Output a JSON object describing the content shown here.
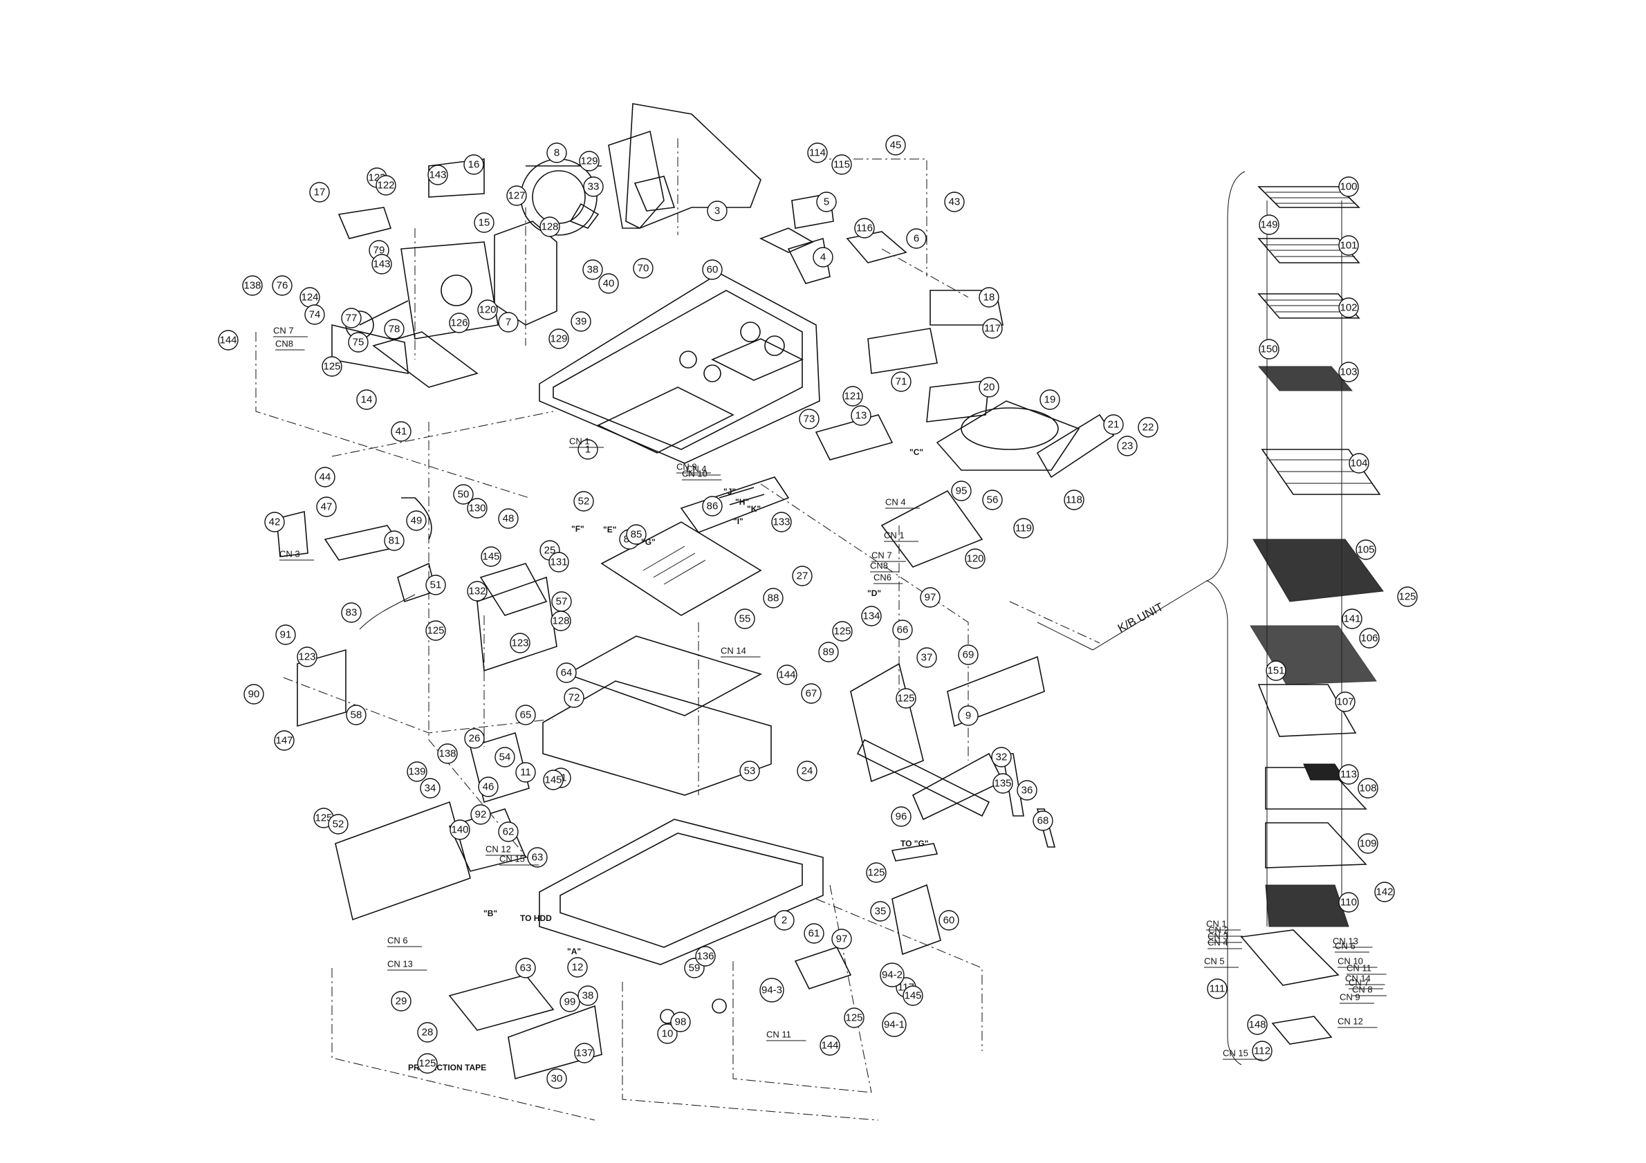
{
  "title": "",
  "kb_unit_label": "K/B UNIT",
  "protection_tape_label": "PROTECTION TAPE",
  "to_hdd_label": "TO HDD",
  "to_g_label": "TO \"G\"",
  "callouts": [
    "100",
    "149",
    "101",
    "102",
    "150",
    "103",
    "104",
    "105",
    "125",
    "141",
    "106",
    "151",
    "107",
    "113",
    "108",
    "109",
    "142",
    "110",
    "111",
    "148",
    "112",
    "16",
    "143",
    "123",
    "122",
    "17",
    "79",
    "15",
    "143",
    "138",
    "76",
    "124",
    "77",
    "74",
    "78",
    "75",
    "144",
    "126",
    "120",
    "7",
    "125",
    "14",
    "8",
    "129",
    "33",
    "3",
    "127",
    "128",
    "39",
    "38",
    "40",
    "70",
    "60",
    "129",
    "114",
    "115",
    "45",
    "43",
    "5",
    "116",
    "4",
    "6",
    "18",
    "117",
    "71",
    "20",
    "19",
    "21",
    "22",
    "23",
    "118",
    "119",
    "13",
    "121",
    "73",
    "95",
    "56",
    "120",
    "97",
    "41",
    "1",
    "52",
    "130",
    "50",
    "44",
    "47",
    "49",
    "42",
    "81",
    "48",
    "84",
    "85",
    "86",
    "133",
    "27",
    "25",
    "145",
    "132",
    "131",
    "57",
    "128",
    "123",
    "51",
    "83",
    "125",
    "91",
    "123",
    "90",
    "147",
    "58",
    "55",
    "88",
    "89",
    "125",
    "144",
    "64",
    "72",
    "66",
    "134",
    "37",
    "69",
    "67",
    "125",
    "9",
    "65",
    "53",
    "31",
    "46",
    "24",
    "32",
    "135",
    "36",
    "68",
    "96",
    "26",
    "138",
    "139",
    "34",
    "54",
    "11",
    "145",
    "62",
    "92",
    "140",
    "63",
    "125",
    "52",
    "2",
    "61",
    "97",
    "35",
    "60",
    "125",
    "117",
    "94-1",
    "145",
    "94-3",
    "94-2",
    "59",
    "136",
    "125",
    "144",
    "10",
    "98",
    "29",
    "28",
    "99",
    "38",
    "30",
    "137",
    "63",
    "12",
    "125"
  ],
  "connectors": [
    "CN 1",
    "CN 7",
    "CN8",
    "CN 4",
    "CN 1",
    "CN 7",
    "CN8",
    "CN6",
    "CN 3",
    "CN 9",
    "CN 10",
    "CN 11",
    "CN 14",
    "CN 4",
    "CN 6",
    "CN 13",
    "CN 12",
    "CN 15",
    "CN 1",
    "CN 2",
    "CN 3",
    "CN 4",
    "CN 5",
    "CN 6",
    "CN 7",
    "CN 8",
    "CN 9",
    "CN 10",
    "CN 11",
    "CN 12",
    "CN 13",
    "CN 14",
    "CN 15"
  ],
  "plug_labels": [
    "\"A\"",
    "\"B\"",
    "\"C\"",
    "\"D\"",
    "\"E\"",
    "\"F\"",
    "\"G\"",
    "\"H\"",
    "\"I\"",
    "\"J\"",
    "\"K\""
  ]
}
